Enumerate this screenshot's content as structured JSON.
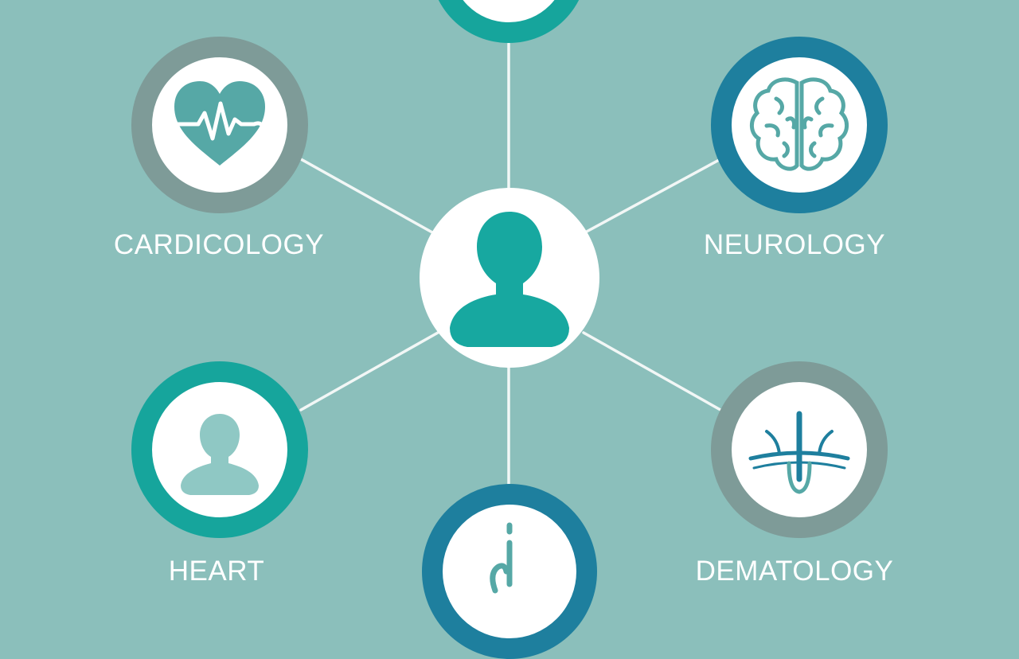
{
  "diagram": {
    "center": {
      "icon": "person-icon",
      "color": "#17a8a0"
    },
    "nodes": [
      {
        "id": "top",
        "label": "",
        "icon": "heartbeat-icon",
        "ring_color": "#16a59c"
      },
      {
        "id": "cardiology",
        "label": "CARDICOLOGY",
        "icon": "heart-pulse-icon",
        "ring_color": "#7e9b98"
      },
      {
        "id": "neurology",
        "label": "NEUROLOGY",
        "icon": "brain-icon",
        "ring_color": "#1e7f9e"
      },
      {
        "id": "heart",
        "label": "HEART",
        "icon": "person-icon",
        "ring_color": "#16a59c"
      },
      {
        "id": "dermatology",
        "label": "DEMATOLOGY",
        "icon": "hair-follicle-icon",
        "ring_color": "#7e9b98"
      },
      {
        "id": "bottom",
        "label": "",
        "icon": "stethoscope-icon",
        "ring_color": "#1e7f9e"
      }
    ],
    "colors": {
      "background": "#8bbfbb",
      "connector": "#f2f7f6",
      "icon": "#56a8a6"
    }
  }
}
